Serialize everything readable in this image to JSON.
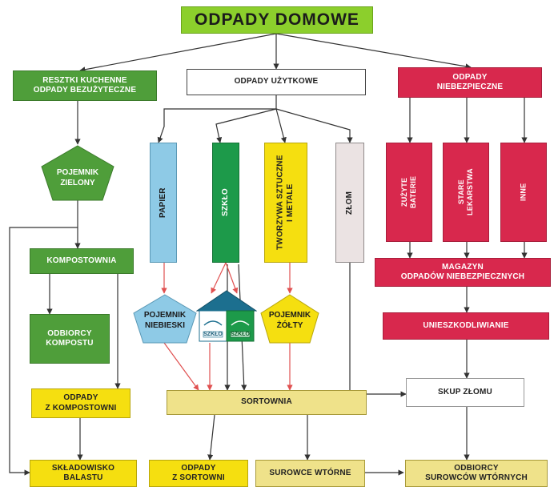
{
  "title": "ODPADY DOMOWE",
  "categories": {
    "kitchen": "RESZTKI KUCHENNE\nODPADY BEZUŻYTECZNE",
    "usable": "ODPADY UŻYTKOWE",
    "hazardous": "ODPADY\nNIEBEZPIECZNE"
  },
  "usable_items": {
    "paper": "PAPIER",
    "glass": "SZKŁO",
    "plastics": "TWORZYWA SZTUCZNE\nI METALE",
    "scrap": "ZŁOM"
  },
  "hazardous_items": {
    "batteries": "ZUŻYTE\nBATERIE",
    "medicines": "STARE\nLEKARSTWA",
    "other": "INNE"
  },
  "containers": {
    "green": "POJEMNIK\nZIELONY",
    "blue": "POJEMNIK\nNIEBIESKI",
    "yellow": "POJEMNIK\nŻÓŁTY",
    "glass_white": "SZKŁO",
    "glass_color": "SZKŁO"
  },
  "processes": {
    "composting": "KOMPOSTOWNIA",
    "compost_buyers": "ODBIORCY\nKOMPOSTU",
    "compost_waste": "ODPADY\nZ KOMPOSTOWNI",
    "sorting": "SORTOWNIA",
    "storage": "MAGAZYN\nODPADÓW NIEBEZPIECZNYCH",
    "neutralization": "UNIESZKODLIWIANIE",
    "scrap_buyer": "SKUP ZŁOMU",
    "landfill": "SKŁADOWISKO\nBALASTU",
    "sorting_waste": "ODPADY\nZ SORTOWNI",
    "secondary": "SUROWCE WTÓRNE",
    "secondary_buyers": "ODBIORCY\nSUROWCÓW WTÓRNYCH"
  },
  "colors": {
    "title": "#8ccf2c",
    "green": "#4f9e3a",
    "red": "#d8284d",
    "yellow": "#f5df10",
    "blue": "#8ecae6",
    "glass_green": "#1d9a4a",
    "scrap": "#ebe3e3",
    "arrow": "#333333",
    "arrow_red": "#e05050"
  }
}
